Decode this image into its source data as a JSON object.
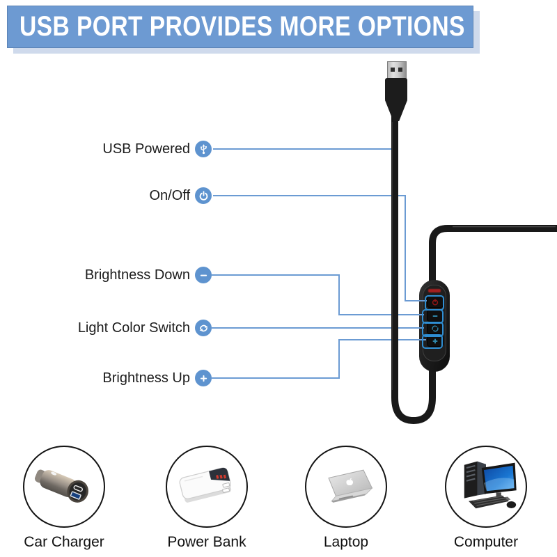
{
  "banner": {
    "title": "USB PORT PROVIDES MORE OPTIONS",
    "bg_color": "#6d9ad2",
    "shadow_color": "#cfdaec",
    "text_color": "#ffffff"
  },
  "accent_color": "#5e93cf",
  "line_color": "#6b9bd3",
  "button_outline_color": "#2f8ed2",
  "cable_color": "#191919",
  "features": [
    {
      "label": "USB Powered",
      "icon": "usb-icon"
    },
    {
      "label": "On/Off",
      "icon": "power-icon"
    },
    {
      "label": "Brightness Down",
      "icon": "minus-icon"
    },
    {
      "label": "Light Color Switch",
      "icon": "switch-icon"
    },
    {
      "label": "Brightness Up",
      "icon": "plus-icon"
    }
  ],
  "remote": {
    "buttons": [
      "power",
      "brightness-down",
      "color-switch",
      "brightness-up"
    ],
    "logo_color": "#a32020"
  },
  "sources": [
    {
      "label": "Car Charger",
      "icon": "car-charger-icon"
    },
    {
      "label": "Power Bank",
      "icon": "power-bank-icon"
    },
    {
      "label": "Laptop",
      "icon": "laptop-icon"
    },
    {
      "label": "Computer",
      "icon": "computer-icon"
    }
  ]
}
